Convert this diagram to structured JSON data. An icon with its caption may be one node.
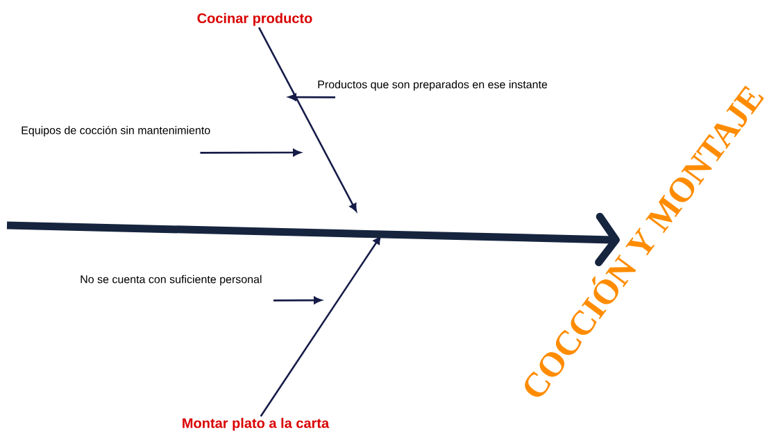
{
  "diagram": {
    "nodes": [
      {
        "text": [
          "Cocinar producto"
        ]
      },
      {
        "text": [
          "Productos que son preparados en ese instante"
        ]
      },
      {
        "text": [
          "Equipos de cocción sin mantenimiento"
        ]
      },
      {
        "text": [
          "No se cuenta con suficiente personal"
        ]
      },
      {
        "text": [
          "Montar plato a la carta"
        ]
      },
      {
        "text": [
          "COCCIÓN Y MONTAJE"
        ]
      }
    ],
    "edges": [
      {
        "from": 0,
        "to": null,
        "arrow": "to"
      },
      {
        "from": 1,
        "to": null,
        "arrow": "to"
      },
      {
        "from": 2,
        "to": null,
        "arrow": "to"
      },
      {
        "from": 3,
        "to": null,
        "arrow": "to"
      },
      {
        "from": 4,
        "to": null,
        "arrow": "to"
      },
      {
        "from": null,
        "to": 5,
        "arrow": "to",
        "style": "thick"
      }
    ]
  }
}
